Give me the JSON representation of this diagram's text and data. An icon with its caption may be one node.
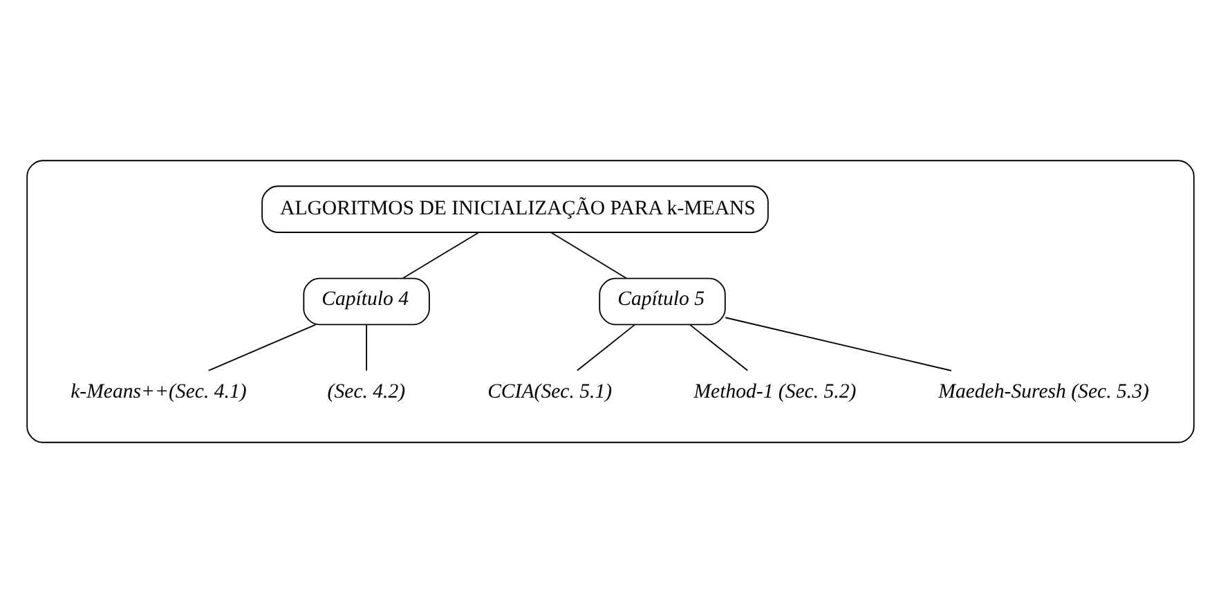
{
  "diagram": {
    "nodes": [
      {
        "text": [],
        "shape": "box"
      },
      {
        "text": [
          "ALGORITMOS DE INICIALIZAÇÃO PARA k-MEANS"
        ],
        "in": 0
      },
      {
        "text": [
          "Capítulo 4"
        ],
        "in": 0
      },
      {
        "text": [
          "Capítulo 5"
        ],
        "in": 0
      },
      {
        "text": [
          "k-Means++(Sec. 4.1)"
        ],
        "in": 0
      },
      {
        "text": [
          "(Sec. 4.2)"
        ],
        "in": 0
      },
      {
        "text": [
          "CCIA(Sec. 5.1)"
        ],
        "in": 0
      },
      {
        "text": [
          "Method-1 (Sec. 5.2)"
        ],
        "in": 0
      },
      {
        "text": [
          "Maedeh-Suresh (Sec. 5.3)"
        ],
        "in": 0
      }
    ],
    "edges": [
      {
        "from": 1,
        "to": 2,
        "arrow": "none"
      },
      {
        "from": 1,
        "to": 3,
        "arrow": "none"
      },
      {
        "from": 2,
        "to": 4,
        "arrow": "none"
      },
      {
        "from": 2,
        "to": 5,
        "arrow": "none"
      },
      {
        "from": 3,
        "to": 6,
        "arrow": "none"
      },
      {
        "from": 3,
        "to": 7,
        "arrow": "none"
      },
      {
        "from": 3,
        "to": 8,
        "arrow": "none"
      }
    ]
  }
}
